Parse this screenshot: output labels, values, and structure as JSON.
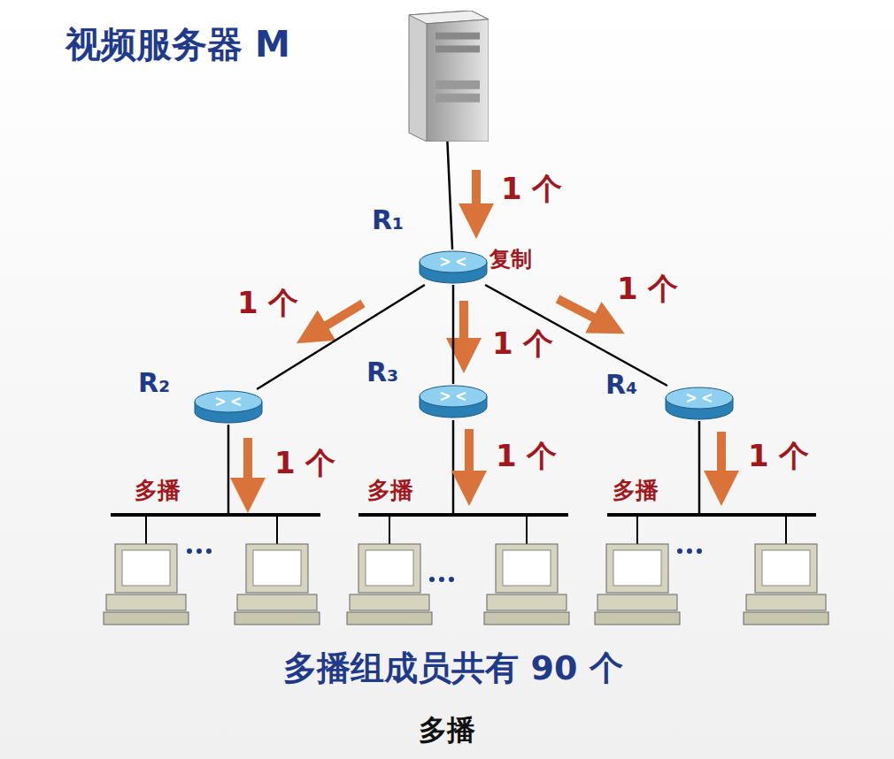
{
  "diagram": {
    "caption": "多播",
    "nodes": [
      {
        "text": [
          "视频服务器 M"
        ]
      },
      {
        "text": [
          "R₁"
        ]
      },
      {
        "text": [
          "R₂"
        ]
      },
      {
        "text": [
          "R₃"
        ]
      },
      {
        "text": [
          "R₄"
        ]
      }
    ],
    "edges": [
      {
        "from": 0,
        "to": 1,
        "arrow": "none"
      },
      {
        "from": 1,
        "to": 2,
        "arrow": "none"
      },
      {
        "from": 1,
        "to": 3,
        "arrow": "none"
      },
      {
        "from": 1,
        "to": 4,
        "arrow": "none"
      }
    ],
    "labels": [
      "1 个",
      "复制",
      "1 个",
      "1 个",
      "1 个",
      "1 个",
      "1 个",
      "1 个",
      "多播",
      "多播",
      "多播",
      "多播组成员共有 90 个"
    ]
  }
}
